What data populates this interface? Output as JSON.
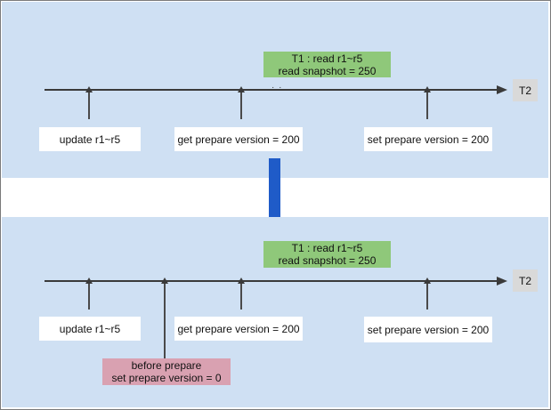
{
  "top": {
    "t1_line1": "T1 : read r1~r5",
    "t1_line2": "read snapshot = 250",
    "t2": "T2",
    "update": "update r1~r5",
    "get_prepare": "get prepare version = 200",
    "set_prepare": "set prepare version = 200"
  },
  "bottom": {
    "t1_line1": "T1 : read r1~r5",
    "t1_line2": "read snapshot = 250",
    "t2": "T2",
    "update": "update r1~r5",
    "get_prepare": "get prepare version = 200",
    "set_prepare": "set prepare version = 200",
    "before_line1": "before prepare",
    "before_line2": "set prepare version = 0"
  },
  "colors": {
    "panel": "#cfe0f3",
    "green": "#8fc87a",
    "pink": "#d9a1b1",
    "arrow": "#1f5bc8"
  }
}
